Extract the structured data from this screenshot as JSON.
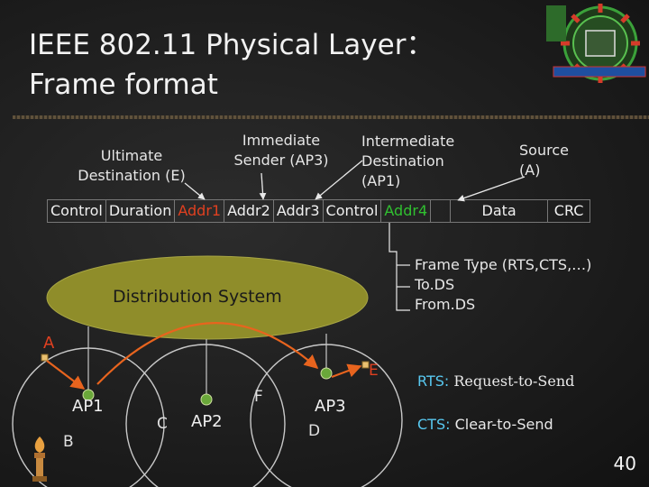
{
  "title": {
    "line1": "IEEE 802.11 Physical Layer：",
    "line2": "Frame format"
  },
  "labels": {
    "ultimate_dest_1": "Ultimate",
    "ultimate_dest_2": "Destination (E)",
    "immediate_sender_1": "Immediate",
    "immediate_sender_2": "Sender (AP3)",
    "intermediate_dest_1": "Intermediate",
    "intermediate_dest_2": "Destination",
    "intermediate_dest_3": "(AP1)",
    "source_1": "Source",
    "source_2": "(A)"
  },
  "frame_fields": [
    "Control",
    "Duration",
    "Addr1",
    "Addr2",
    "Addr3",
    "Control",
    "Addr4",
    "Data",
    "CRC"
  ],
  "control_notes": {
    "line1": "Frame Type (RTS,CTS,…)",
    "line2": "To.DS",
    "line3": "From.DS"
  },
  "distribution_system": "Distribution System",
  "nodes": {
    "a": "A",
    "ap1": "AP1",
    "b": "B",
    "c": "C",
    "ap2": "AP2",
    "f": "F",
    "ap3": "AP3",
    "d": "D",
    "e": "E"
  },
  "legend": {
    "rts_key": "RTS:",
    "rts_value": "Request-to-Send",
    "cts_key": "CTS:",
    "cts_value": "Clear-to-Send"
  },
  "page_number": "40",
  "colors": {
    "highlight_red": "#e04020",
    "highlight_green": "#30c030",
    "ds_fill": "#8f8d2a",
    "arrow": "#e8641e",
    "legend_key": "#58c8f0"
  }
}
